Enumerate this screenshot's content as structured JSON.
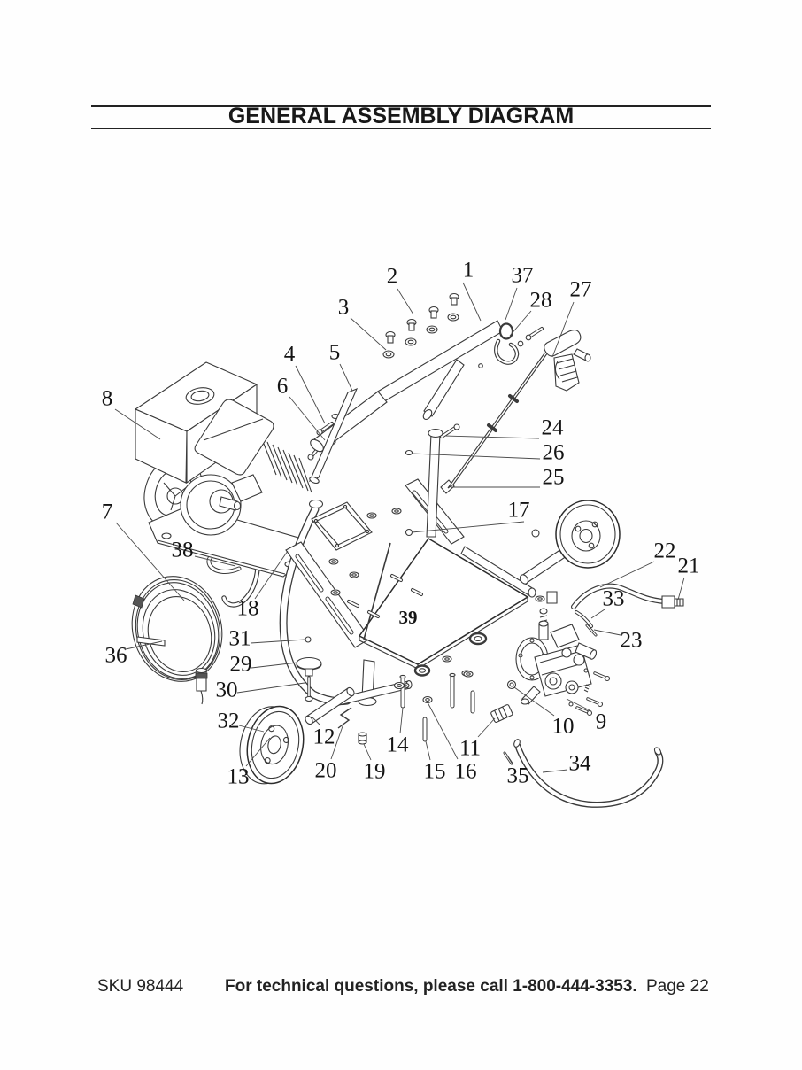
{
  "page": {
    "title": "GENERAL ASSEMBLY DIAGRAM",
    "footer": {
      "sku": "SKU 98444",
      "note": "For technical questions, please call 1-800-444-3353.",
      "page": "Page 22"
    }
  },
  "diagram": {
    "description": "Exploded-view line drawing of pressure washer general assembly",
    "ink_color": "#3a3a3a",
    "callouts": [
      {
        "n": "1",
        "label": [
          529,
          305
        ],
        "leader": [
          [
            523,
            319
          ],
          [
            543,
            362
          ]
        ]
      },
      {
        "n": "2",
        "label": [
          443,
          312
        ],
        "leader": [
          [
            449,
            326
          ],
          [
            467,
            355
          ]
        ]
      },
      {
        "n": "3",
        "label": [
          388,
          347
        ],
        "leader": [
          [
            396,
            359
          ],
          [
            436,
            395
          ]
        ]
      },
      {
        "n": "4",
        "label": [
          327,
          400
        ],
        "leader": [
          [
            334,
            413
          ],
          [
            367,
            478
          ]
        ]
      },
      {
        "n": "5",
        "label": [
          378,
          398
        ],
        "leader": [
          [
            384,
            411
          ],
          [
            398,
            441
          ]
        ]
      },
      {
        "n": "6",
        "label": [
          319,
          436
        ],
        "leader": [
          [
            327,
            448
          ],
          [
            367,
            497
          ]
        ]
      },
      {
        "n": "7",
        "label": [
          121,
          578
        ],
        "leader": [
          [
            131,
            590
          ],
          [
            208,
            678
          ]
        ]
      },
      {
        "n": "8",
        "label": [
          121,
          450
        ],
        "leader": [
          [
            130,
            462
          ],
          [
            181,
            496
          ]
        ]
      },
      {
        "n": "9",
        "label": [
          679,
          815
        ],
        "leader": [
          [
            668,
            803
          ],
          [
            640,
            789
          ]
        ]
      },
      {
        "n": "10",
        "label": [
          636,
          820
        ],
        "leader": [
          [
            626,
            808
          ],
          [
            581,
            776
          ]
        ]
      },
      {
        "n": "11",
        "label": [
          531,
          845
        ],
        "leader": [
          [
            540,
            832
          ],
          [
            559,
            811
          ]
        ]
      },
      {
        "n": "12",
        "label": [
          366,
          832
        ],
        "leader": [
          [
            362,
            819
          ],
          [
            352,
            809
          ]
        ]
      },
      {
        "n": "13",
        "label": [
          269,
          877
        ],
        "leader": [
          [
            278,
            865
          ],
          [
            305,
            833
          ]
        ]
      },
      {
        "n": "14",
        "label": [
          449,
          841
        ],
        "leader": [
          [
            452,
            828
          ],
          [
            455,
            799
          ]
        ]
      },
      {
        "n": "15",
        "label": [
          491,
          871
        ],
        "leader": [
          [
            486,
            858
          ],
          [
            481,
            837
          ]
        ]
      },
      {
        "n": "16",
        "label": [
          526,
          871
        ],
        "leader": [
          [
            517,
            857
          ],
          [
            483,
            793
          ]
        ]
      },
      {
        "n": "17",
        "label": [
          586,
          576
        ],
        "leader": [
          [
            592,
            589
          ],
          [
            465,
            601
          ]
        ]
      },
      {
        "n": "18",
        "label": [
          280,
          687
        ],
        "leader": [
          [
            288,
            676
          ],
          [
            325,
            622
          ]
        ]
      },
      {
        "n": "19",
        "label": [
          423,
          871
        ],
        "leader": [
          [
            419,
            858
          ],
          [
            411,
            840
          ]
        ]
      },
      {
        "n": "20",
        "label": [
          368,
          870
        ],
        "leader": [
          [
            374,
            857
          ],
          [
            387,
            820
          ]
        ]
      },
      {
        "n": "21",
        "label": [
          778,
          639
        ],
        "leader": [
          [
            773,
            652
          ],
          [
            766,
            677
          ]
        ]
      },
      {
        "n": "22",
        "label": [
          751,
          622
        ],
        "leader": [
          [
            739,
            634
          ],
          [
            678,
            663
          ]
        ]
      },
      {
        "n": "23",
        "label": [
          713,
          723
        ],
        "leader": [
          [
            701,
            717
          ],
          [
            671,
            711
          ]
        ]
      },
      {
        "n": "24",
        "label": [
          624,
          483
        ],
        "leader": [
          [
            609,
            495
          ],
          [
            503,
            492
          ]
        ]
      },
      {
        "n": "25",
        "label": [
          625,
          539
        ],
        "leader": [
          [
            610,
            550
          ],
          [
            510,
            550
          ]
        ]
      },
      {
        "n": "26",
        "label": [
          625,
          511
        ],
        "leader": [
          [
            610,
            518
          ],
          [
            465,
            512
          ]
        ]
      },
      {
        "n": "27",
        "label": [
          656,
          327
        ],
        "leader": [
          [
            648,
            341
          ],
          [
            624,
            403
          ]
        ]
      },
      {
        "n": "28",
        "label": [
          611,
          339
        ],
        "leader": [
          [
            600,
            351
          ],
          [
            576,
            379
          ]
        ]
      },
      {
        "n": "29",
        "label": [
          272,
          750
        ],
        "leader": [
          [
            284,
            754
          ],
          [
            336,
            748
          ]
        ]
      },
      {
        "n": "30",
        "label": [
          256,
          779
        ],
        "leader": [
          [
            268,
            782
          ],
          [
            344,
            771
          ]
        ]
      },
      {
        "n": "31",
        "label": [
          271,
          721
        ],
        "leader": [
          [
            283,
            726
          ],
          [
            345,
            722
          ]
        ]
      },
      {
        "n": "32",
        "label": [
          258,
          814
        ],
        "leader": [
          [
            270,
            819
          ],
          [
            298,
            826
          ]
        ]
      },
      {
        "n": "33",
        "label": [
          693,
          676
        ],
        "leader": [
          [
            683,
            688
          ],
          [
            668,
            698
          ]
        ]
      },
      {
        "n": "34",
        "label": [
          655,
          862
        ],
        "leader": [
          [
            641,
            869
          ],
          [
            613,
            872
          ]
        ]
      },
      {
        "n": "35",
        "label": [
          585,
          876
        ],
        "leader": [
          [
            579,
            863
          ],
          [
            573,
            853
          ]
        ]
      },
      {
        "n": "36",
        "label": [
          131,
          740
        ],
        "leader": [
          [
            142,
            733
          ],
          [
            183,
            724
          ]
        ]
      },
      {
        "n": "37",
        "label": [
          590,
          311
        ],
        "leader": [
          [
            584,
            325
          ],
          [
            571,
            361
          ]
        ]
      },
      {
        "n": "38",
        "label": [
          206,
          621
        ],
        "leader": [
          [
            220,
            628
          ],
          [
            266,
            639
          ]
        ]
      },
      {
        "n": "39",
        "label": [
          461,
          697
        ],
        "bold": true,
        "leader": []
      }
    ]
  }
}
